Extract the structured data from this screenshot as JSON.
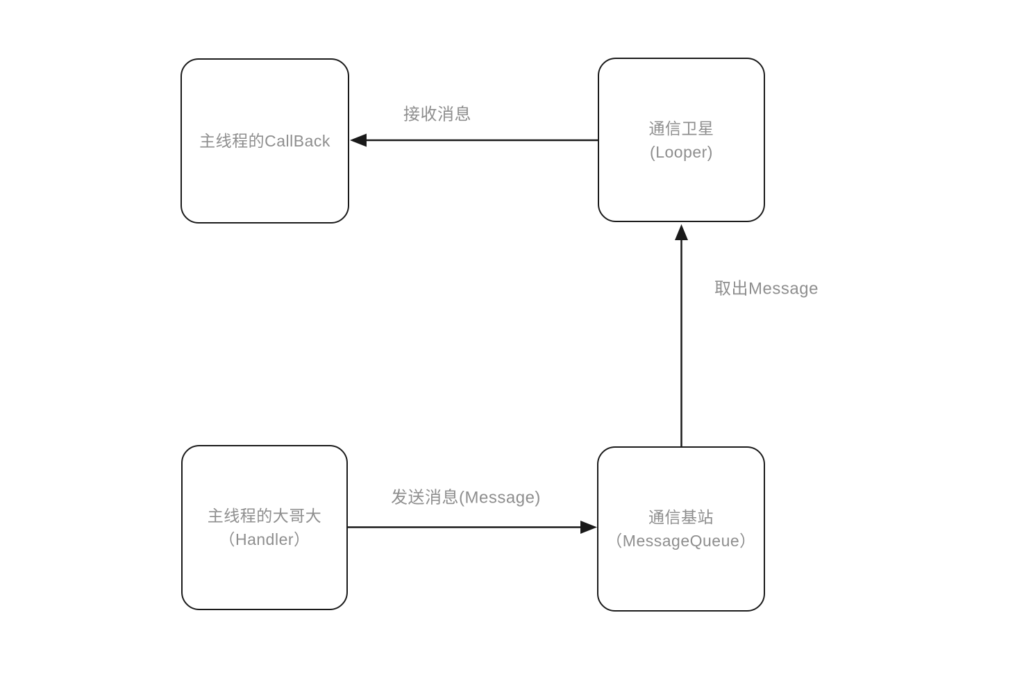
{
  "diagram": {
    "background_color": "#ffffff",
    "stroke_color": "#1a1a1a",
    "text_color": "#8e8e8e",
    "nodes": [
      {
        "id": "callback",
        "line1": "主线程的CallBack",
        "line2": ""
      },
      {
        "id": "looper",
        "line1": "通信卫星",
        "line2": "(Looper)"
      },
      {
        "id": "handler",
        "line1": "主线程的大哥大",
        "line2": "（Handler）"
      },
      {
        "id": "message_queue",
        "line1": "通信基站",
        "line2": "（MessageQueue）"
      }
    ],
    "edges": [
      {
        "id": "receive",
        "label": "接收消息",
        "from": "looper",
        "to": "callback",
        "direction": "left"
      },
      {
        "id": "dequeue",
        "label": "取出Message",
        "from": "message_queue",
        "to": "looper",
        "direction": "up"
      },
      {
        "id": "send",
        "label": "发送消息(Message)",
        "from": "handler",
        "to": "message_queue",
        "direction": "right"
      }
    ]
  }
}
